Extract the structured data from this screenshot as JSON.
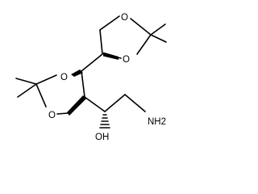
{
  "molecule": {
    "atoms": {
      "o_top_1": "O",
      "o_top_2": "O",
      "o_mid_1": "O",
      "o_mid_2": "O",
      "nh2": "NH2",
      "oh": "OH"
    }
  }
}
